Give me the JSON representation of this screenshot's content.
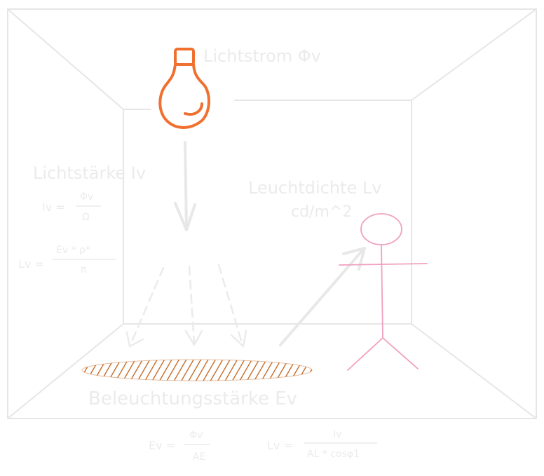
{
  "labels": {
    "luminous_flux": "Lichtstrom Φv",
    "luminous_intensity": "Lichtstärke Iv",
    "luminance": "Leuchtdichte Lv",
    "luminance_unit": "cd/m^2",
    "illuminance": "Beleuchtungsstärke Ev"
  },
  "formulas": {
    "intensity": {
      "lhs": "Iv =",
      "numerator": "Φv",
      "denominator": "Ω"
    },
    "luminance_reflect": {
      "lhs": "Lv =",
      "numerator": "Ev * ρ*",
      "denominator": "π"
    },
    "illuminance": {
      "lhs": "Ev =",
      "numerator": "Φv",
      "denominator": "AE"
    },
    "luminance": {
      "lhs": "Lv =",
      "numerator": "Iv",
      "denominator": "AL * cosφ1"
    }
  },
  "colors": {
    "bulb": "#f07030",
    "person": "#f0a0c0",
    "floor_spot": "#c06018",
    "light_text": "#ebebeb",
    "room_lines": "#e6e6e6",
    "arrows": "#e8e8e8"
  }
}
